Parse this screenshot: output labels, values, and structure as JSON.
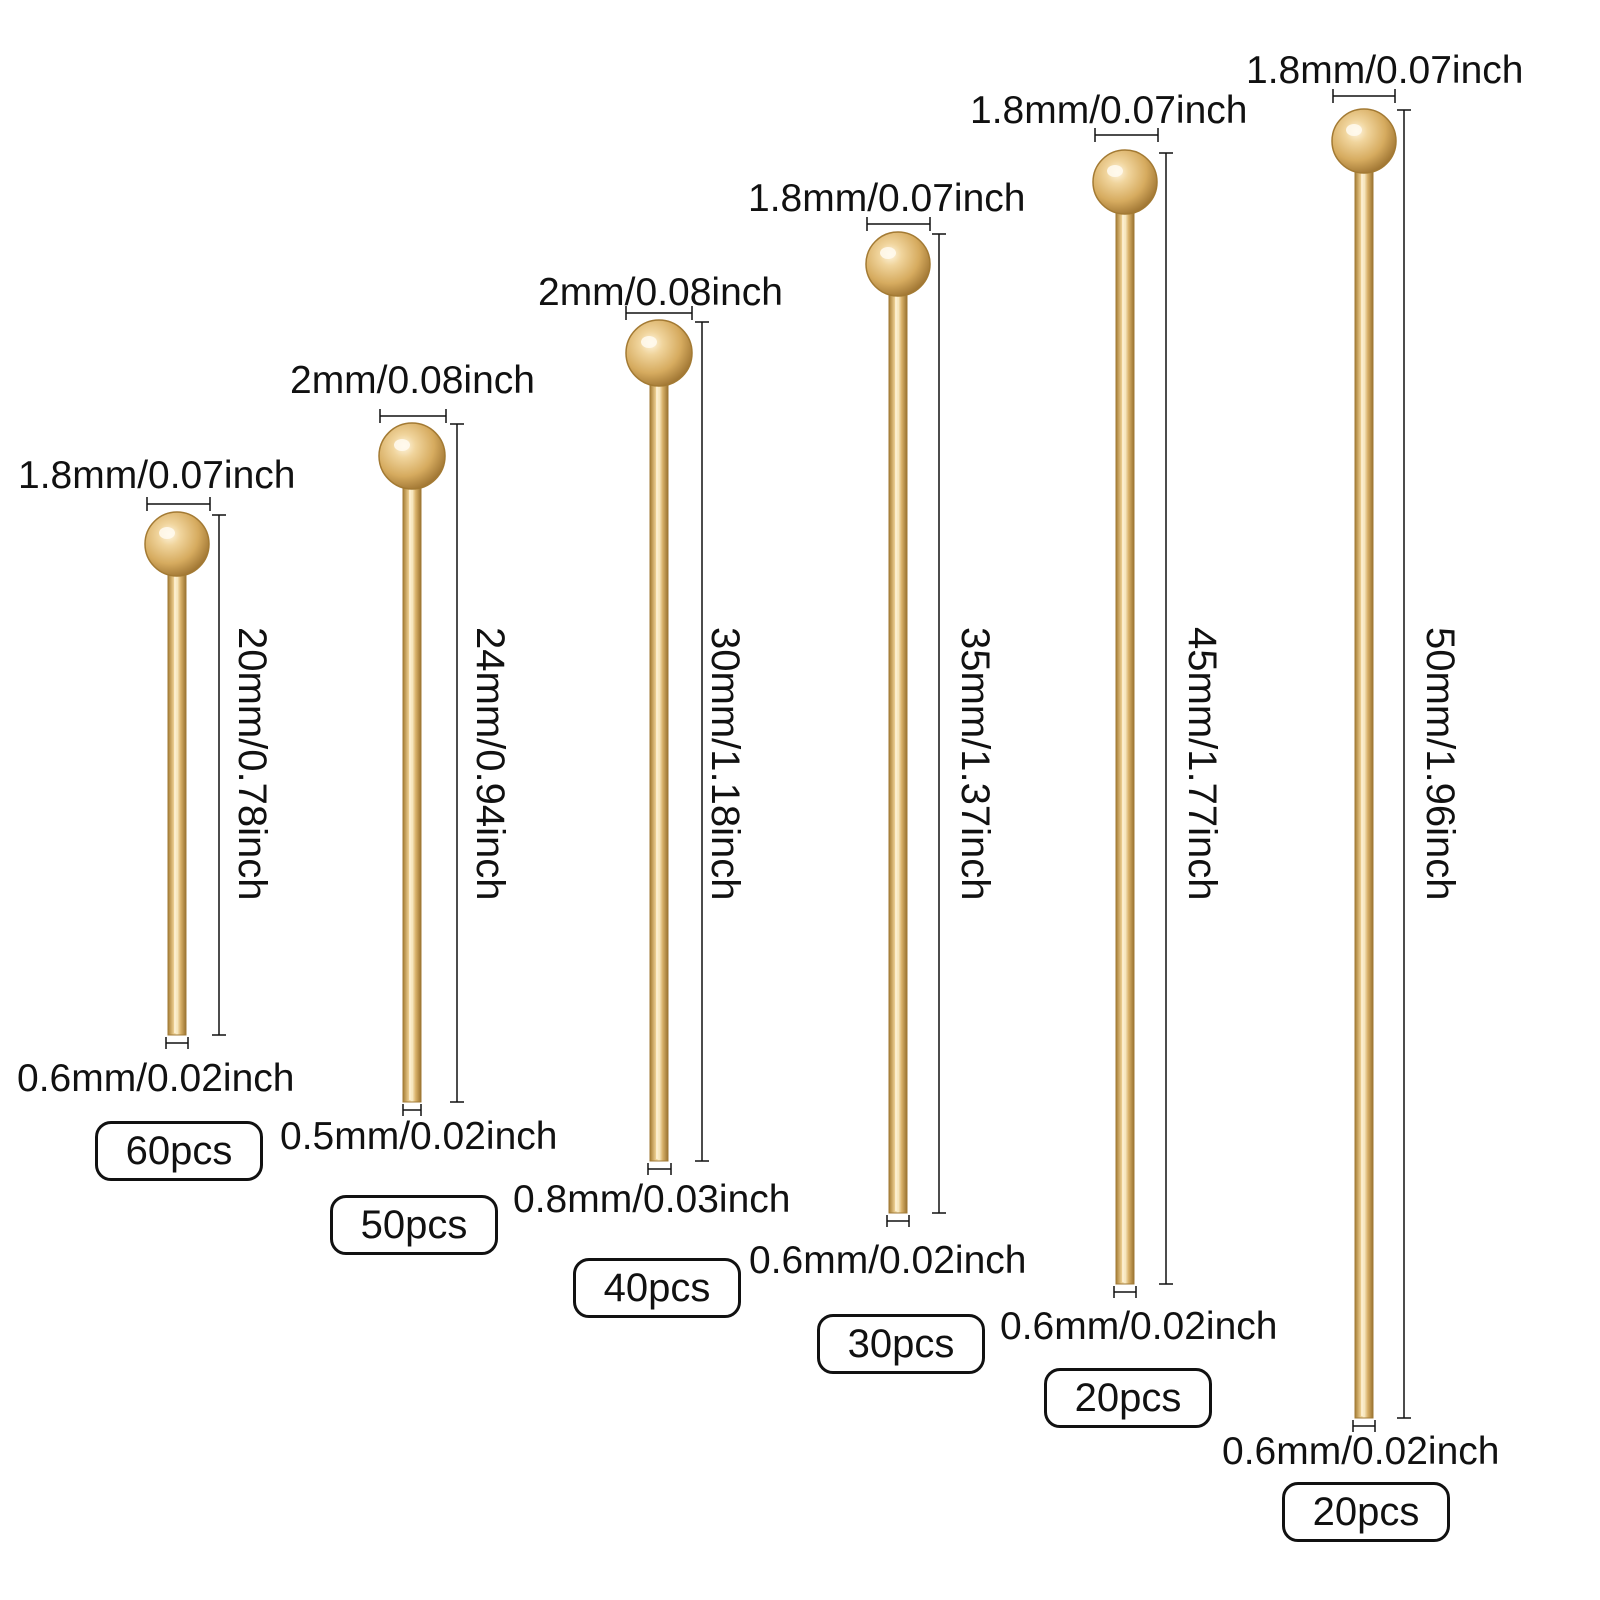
{
  "pins": [
    {
      "head": "1.8mm/0.07inch",
      "length": "20mm/0.78inch",
      "wire": "0.6mm/0.02inch",
      "quantity": "60pcs"
    },
    {
      "head": "2mm/0.08inch",
      "length": "24mm/0.94inch",
      "wire": "0.5mm/0.02inch",
      "quantity": "50pcs"
    },
    {
      "head": "2mm/0.08inch",
      "length": "30mm/1.18inch",
      "wire": "0.8mm/0.03inch",
      "quantity": "40pcs"
    },
    {
      "head": "1.8mm/0.07inch",
      "length": "35mm/1.37inch",
      "wire": "0.6mm/0.02inch",
      "quantity": "30pcs"
    },
    {
      "head": "1.8mm/0.07inch",
      "length": "45mm/1.77inch",
      "wire": "0.6mm/0.02inch",
      "quantity": "20pcs"
    },
    {
      "head": "1.8mm/0.07inch",
      "length": "50mm/1.96inch",
      "wire": "0.6mm/0.02inch",
      "quantity": "20pcs"
    }
  ],
  "colors": {
    "pin_gold": "#d9b26a",
    "pin_highlight": "#fbeecb",
    "pin_shadow": "#a67d34",
    "ink": "#111111"
  }
}
